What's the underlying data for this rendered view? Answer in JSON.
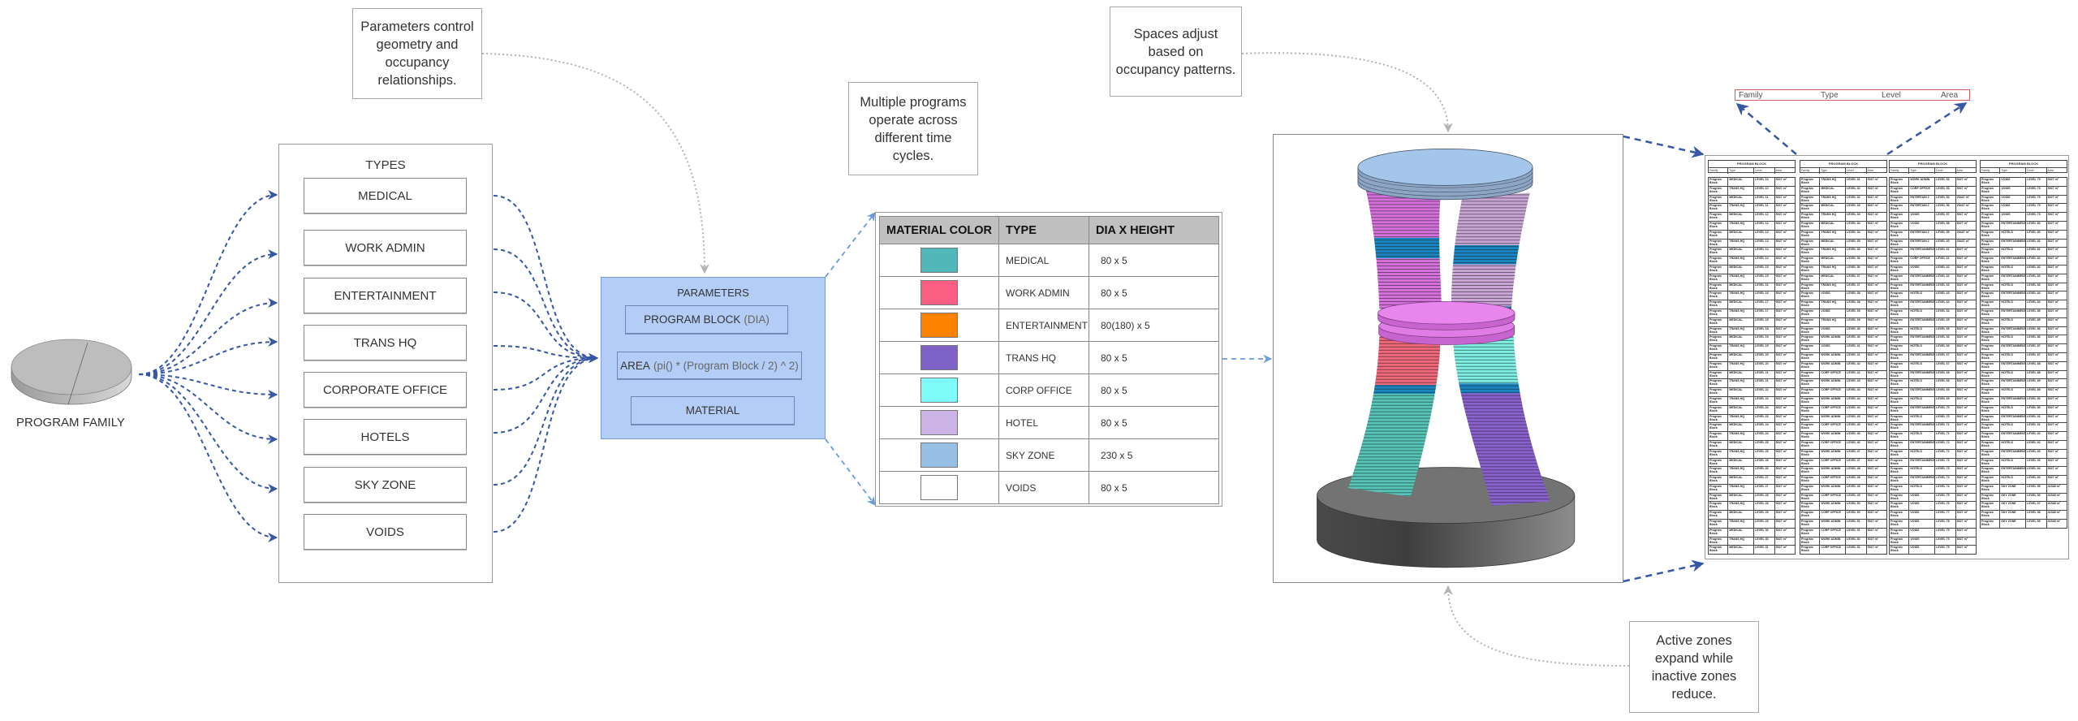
{
  "notes": {
    "parameters_note": "Parameters control geometry and occupancy relationships.",
    "programs_note": "Multiple programs operate across different time cycles.",
    "spaces_note": "Spaces adjust based on occupancy patterns.",
    "zones_note": "Active zones expand while inactive zones reduce."
  },
  "program_family": {
    "label": "PROGRAM FAMILY"
  },
  "types": {
    "title": "TYPES",
    "items": [
      "MEDICAL",
      "WORK ADMIN",
      "ENTERTAINMENT",
      "TRANS HQ",
      "CORPORATE OFFICE",
      "HOTELS",
      "SKY ZONE",
      "VOIDS"
    ]
  },
  "parameters": {
    "title": "PARAMETERS",
    "program_block": "PROGRAM BLOCK",
    "program_block_unit": "(DIA)",
    "area": "AREA",
    "area_formula": "(pi() * (Program Block / 2) ^ 2)",
    "material": "MATERIAL"
  },
  "material_table": {
    "headers": [
      "MATERIAL COLOR",
      "TYPE",
      "DIA X HEIGHT"
    ],
    "rows": [
      {
        "color": "#52b7b9",
        "type": "MEDICAL",
        "size": "80 x 5"
      },
      {
        "color": "#fc5e84",
        "type": "WORK ADMIN",
        "size": "80 x 5"
      },
      {
        "color": "#fd8200",
        "type": "ENTERTAINMENT",
        "size": "80(180) x 5"
      },
      {
        "color": "#7f62c6",
        "type": "TRANS HQ",
        "size": "80 x 5"
      },
      {
        "color": "#7efcfa",
        "type": "CORP OFFICE",
        "size": "80 x 5"
      },
      {
        "color": "#ccb4e6",
        "type": "HOTEL",
        "size": "80 x 5"
      },
      {
        "color": "#98c0e6",
        "type": "SKY ZONE",
        "size": "230 x 5"
      },
      {
        "color": "#ffffff",
        "type": "VOIDS",
        "size": "80 x 5"
      }
    ]
  },
  "schedule_header": {
    "family": "Family",
    "type": "Type",
    "level": "Level",
    "area": "Area"
  },
  "schedule": {
    "title": "PROGRAM BLOCK",
    "columns": [
      "Family",
      "Type",
      "Level",
      "Area"
    ],
    "family_value": "Program Block",
    "sheets": [
      [
        [
          "MEDICAL",
          "LEVEL 10",
          "5027 m²"
        ],
        [
          "TRANS HQ",
          "LEVEL 10",
          "5027 m²"
        ],
        [
          "MEDICAL",
          "LEVEL 11",
          "5027 m²"
        ],
        [
          "TRANS HQ",
          "LEVEL 11",
          "5027 m²"
        ],
        [
          "MEDICAL",
          "LEVEL 12",
          "5027 m²"
        ],
        [
          "TRANS HQ",
          "LEVEL 12",
          "5027 m²"
        ],
        [
          "MEDICAL",
          "LEVEL 13",
          "5027 m²"
        ],
        [
          "TRANS HQ",
          "LEVEL 13",
          "5027 m²"
        ],
        [
          "MEDICAL",
          "LEVEL 14",
          "5027 m²"
        ],
        [
          "TRANS HQ",
          "LEVEL 14",
          "5027 m²"
        ],
        [
          "MEDICAL",
          "LEVEL 15",
          "5027 m²"
        ],
        [
          "TRANS HQ",
          "LEVEL 15",
          "5027 m²"
        ],
        [
          "MEDICAL",
          "LEVEL 16",
          "5027 m²"
        ],
        [
          "TRANS HQ",
          "LEVEL 16",
          "5027 m²"
        ],
        [
          "MEDICAL",
          "LEVEL 17",
          "5027 m²"
        ],
        [
          "TRANS HQ",
          "LEVEL 17",
          "5027 m²"
        ],
        [
          "MEDICAL",
          "LEVEL 18",
          "5027 m²"
        ],
        [
          "TRANS HQ",
          "LEVEL 18",
          "5027 m²"
        ],
        [
          "MEDICAL",
          "LEVEL 19",
          "5027 m²"
        ],
        [
          "TRANS HQ",
          "LEVEL 19",
          "5027 m²"
        ],
        [
          "MEDICAL",
          "LEVEL 20",
          "5027 m²"
        ],
        [
          "TRANS HQ",
          "LEVEL 20",
          "5027 m²"
        ],
        [
          "MEDICAL",
          "LEVEL 21",
          "5027 m²"
        ],
        [
          "TRANS HQ",
          "LEVEL 21",
          "5027 m²"
        ],
        [
          "MEDICAL",
          "LEVEL 22",
          "5027 m²"
        ],
        [
          "TRANS HQ",
          "LEVEL 22",
          "5027 m²"
        ],
        [
          "MEDICAL",
          "LEVEL 23",
          "5027 m²"
        ],
        [
          "TRANS HQ",
          "LEVEL 23",
          "5027 m²"
        ],
        [
          "MEDICAL",
          "LEVEL 24",
          "5027 m²"
        ],
        [
          "TRANS HQ",
          "LEVEL 24",
          "5027 m²"
        ],
        [
          "MEDICAL",
          "LEVEL 25",
          "5027 m²"
        ],
        [
          "TRANS HQ",
          "LEVEL 25",
          "5027 m²"
        ],
        [
          "MEDICAL",
          "LEVEL 26",
          "5027 m²"
        ],
        [
          "TRANS HQ",
          "LEVEL 26",
          "5027 m²"
        ],
        [
          "MEDICAL",
          "LEVEL 27",
          "5027 m²"
        ],
        [
          "TRANS HQ",
          "LEVEL 27",
          "5027 m²"
        ],
        [
          "MEDICAL",
          "LEVEL 28",
          "5027 m²"
        ],
        [
          "TRANS HQ",
          "LEVEL 28",
          "5027 m²"
        ],
        [
          "MEDICAL",
          "LEVEL 29",
          "5027 m²"
        ],
        [
          "TRANS HQ",
          "LEVEL 29",
          "5027 m²"
        ],
        [
          "MEDICAL",
          "LEVEL 30",
          "5027 m²"
        ],
        [
          "TRANS HQ",
          "LEVEL 30",
          "5027 m²"
        ],
        [
          "MEDICAL",
          "LEVEL 31",
          "5027 m²"
        ]
      ],
      [
        [
          "TRANS HQ",
          "LEVEL 31",
          "5027 m²"
        ],
        [
          "MEDICAL",
          "LEVEL 32",
          "5027 m²"
        ],
        [
          "TRANS HQ",
          "LEVEL 32",
          "5027 m²"
        ],
        [
          "MEDICAL",
          "LEVEL 33",
          "5027 m²"
        ],
        [
          "TRANS HQ",
          "LEVEL 33",
          "5027 m²"
        ],
        [
          "MEDICAL",
          "LEVEL 34",
          "5027 m²"
        ],
        [
          "TRANS HQ",
          "LEVEL 34",
          "5027 m²"
        ],
        [
          "MEDICAL",
          "LEVEL 35",
          "5027 m²"
        ],
        [
          "TRANS HQ",
          "LEVEL 35",
          "5027 m²"
        ],
        [
          "MEDICAL",
          "LEVEL 36",
          "5027 m²"
        ],
        [
          "TRANS HQ",
          "LEVEL 36",
          "5027 m²"
        ],
        [
          "MEDICAL",
          "LEVEL 37",
          "5027 m²"
        ],
        [
          "TRANS HQ",
          "LEVEL 37",
          "5027 m²"
        ],
        [
          "VOIDS",
          "LEVEL 38",
          "5027 m²"
        ],
        [
          "TRANS HQ",
          "LEVEL 38",
          "5027 m²"
        ],
        [
          "VOIDS",
          "LEVEL 39",
          "5027 m²"
        ],
        [
          "TRANS HQ",
          "LEVEL 39",
          "5027 m²"
        ],
        [
          "VOIDS",
          "LEVEL 40",
          "5027 m²"
        ],
        [
          "WORK ADMIN",
          "LEVEL 40",
          "5027 m²"
        ],
        [
          "VOIDS",
          "LEVEL 41",
          "5027 m²"
        ],
        [
          "WORK ADMIN",
          "LEVEL 41",
          "5027 m²"
        ],
        [
          "WORK ADMIN",
          "LEVEL 42",
          "5027 m²"
        ],
        [
          "CORP OFFICE",
          "LEVEL 42",
          "5027 m²"
        ],
        [
          "WORK ADMIN",
          "LEVEL 43",
          "5027 m²"
        ],
        [
          "CORP OFFICE",
          "LEVEL 43",
          "5027 m²"
        ],
        [
          "WORK ADMIN",
          "LEVEL 44",
          "5027 m²"
        ],
        [
          "CORP OFFICE",
          "LEVEL 44",
          "5027 m²"
        ],
        [
          "WORK ADMIN",
          "LEVEL 45",
          "5027 m²"
        ],
        [
          "CORP OFFICE",
          "LEVEL 45",
          "5027 m²"
        ],
        [
          "WORK ADMIN",
          "LEVEL 46",
          "5027 m²"
        ],
        [
          "CORP OFFICE",
          "LEVEL 46",
          "5027 m²"
        ],
        [
          "WORK ADMIN",
          "LEVEL 47",
          "5027 m²"
        ],
        [
          "CORP OFFICE",
          "LEVEL 47",
          "5027 m²"
        ],
        [
          "WORK ADMIN",
          "LEVEL 48",
          "5027 m²"
        ],
        [
          "CORP OFFICE",
          "LEVEL 48",
          "5027 m²"
        ],
        [
          "WORK ADMIN",
          "LEVEL 49",
          "5027 m²"
        ],
        [
          "CORP OFFICE",
          "LEVEL 49",
          "5027 m²"
        ],
        [
          "WORK ADMIN",
          "LEVEL 50",
          "5027 m²"
        ],
        [
          "CORP OFFICE",
          "LEVEL 50",
          "5027 m²"
        ],
        [
          "WORK ADMIN",
          "LEVEL 51",
          "5027 m²"
        ],
        [
          "CORP OFFICE",
          "LEVEL 51",
          "5027 m²"
        ],
        [
          "WORK ADMIN",
          "LEVEL 52",
          "5027 m²"
        ],
        [
          "CORP OFFICE",
          "LEVEL 52",
          "5027 m²"
        ]
      ],
      [
        [
          "WORK ADMIN",
          "LEVEL 53",
          "5027 m²"
        ],
        [
          "CORP OFFICE",
          "LEVEL 53",
          "5027 m²"
        ],
        [
          "ENTERTAIN 2",
          "LEVEL 54",
          "25447 m²"
        ],
        [
          "ENTERTAIN 2",
          "LEVEL 56",
          "25447 m²"
        ],
        [
          "VOIDS",
          "LEVEL 57",
          "5027 m²"
        ],
        [
          "VOIDS",
          "LEVEL 58",
          "5027 m²"
        ],
        [
          "ENTERTAIN 2",
          "LEVEL 59",
          "25447 m²"
        ],
        [
          "ENTERTAIN 2",
          "LEVEL 60",
          "25447 m²"
        ],
        [
          "ENTERTAINMENT",
          "LEVEL 61",
          "5027 m²"
        ],
        [
          "CORP OFFICE",
          "LEVEL 61",
          "5027 m²"
        ],
        [
          "VOIDS",
          "LEVEL 62",
          "5027 m²"
        ],
        [
          "ENTERTAINMENT",
          "LEVEL 62",
          "5027 m²"
        ],
        [
          "ENTERTAINMENT",
          "LEVEL 63",
          "5027 m²"
        ],
        [
          "HOTELS",
          "LEVEL 63",
          "5027 m²"
        ],
        [
          "ENTERTAINMENT",
          "LEVEL 64",
          "5027 m²"
        ],
        [
          "HOTELS",
          "LEVEL 64",
          "5027 m²"
        ],
        [
          "ENTERTAINMENT",
          "LEVEL 65",
          "5027 m²"
        ],
        [
          "HOTELS",
          "LEVEL 65",
          "5027 m²"
        ],
        [
          "ENTERTAINMENT",
          "LEVEL 66",
          "5027 m²"
        ],
        [
          "HOTELS",
          "LEVEL 66",
          "5027 m²"
        ],
        [
          "ENTERTAINMENT",
          "LEVEL 67",
          "5027 m²"
        ],
        [
          "HOTELS",
          "LEVEL 67",
          "5027 m²"
        ],
        [
          "ENTERTAINMENT",
          "LEVEL 68",
          "5027 m²"
        ],
        [
          "HOTELS",
          "LEVEL 68",
          "5027 m²"
        ],
        [
          "ENTERTAINMENT",
          "LEVEL 69",
          "5027 m²"
        ],
        [
          "HOTELS",
          "LEVEL 69",
          "5027 m²"
        ],
        [
          "ENTERTAINMENT",
          "LEVEL 70",
          "5027 m²"
        ],
        [
          "HOTELS",
          "LEVEL 70",
          "5027 m²"
        ],
        [
          "ENTERTAINMENT",
          "LEVEL 71",
          "5027 m²"
        ],
        [
          "HOTELS",
          "LEVEL 71",
          "5027 m²"
        ],
        [
          "ENTERTAINMENT",
          "LEVEL 72",
          "5027 m²"
        ],
        [
          "HOTELS",
          "LEVEL 72",
          "5027 m²"
        ],
        [
          "ENTERTAINMENT",
          "LEVEL 73",
          "5027 m²"
        ],
        [
          "HOTELS",
          "LEVEL 73",
          "5027 m²"
        ],
        [
          "ENTERTAINMENT",
          "LEVEL 74",
          "5027 m²"
        ],
        [
          "HOTELS",
          "LEVEL 74",
          "5027 m²"
        ],
        [
          "VOIDS",
          "LEVEL 75",
          "5027 m²"
        ],
        [
          "VOIDS",
          "LEVEL 76",
          "5027 m²"
        ],
        [
          "VOIDS",
          "LEVEL 77",
          "5027 m²"
        ],
        [
          "VOIDS",
          "LEVEL 78",
          "5027 m²"
        ],
        [
          "VOIDS",
          "LEVEL 79",
          "5027 m²"
        ],
        [
          "VOIDS",
          "LEVEL 79",
          "5027 m²"
        ],
        [
          "VOIDS",
          "LEVEL 79",
          "5027 m²"
        ]
      ],
      [
        [
          "VOIDS",
          "LEVEL 79",
          "5027 m²"
        ],
        [
          "VOIDS",
          "LEVEL 79",
          "5027 m²"
        ],
        [
          "VOIDS",
          "LEVEL 79",
          "5027 m²"
        ],
        [
          "VOIDS",
          "LEVEL 79",
          "5027 m²"
        ],
        [
          "VOIDS",
          "LEVEL 79",
          "5027 m²"
        ],
        [
          "ENTERTAINMENT",
          "LEVEL 80",
          "5027 m²"
        ],
        [
          "HOTELS",
          "LEVEL 80",
          "5027 m²"
        ],
        [
          "ENTERTAINMENT",
          "LEVEL 81",
          "5027 m²"
        ],
        [
          "HOTELS",
          "LEVEL 81",
          "5027 m²"
        ],
        [
          "ENTERTAINMENT",
          "LEVEL 82",
          "5027 m²"
        ],
        [
          "HOTELS",
          "LEVEL 82",
          "5027 m²"
        ],
        [
          "ENTERTAINMENT",
          "LEVEL 83",
          "5027 m²"
        ],
        [
          "HOTELS",
          "LEVEL 83",
          "5027 m²"
        ],
        [
          "ENTERTAINMENT",
          "LEVEL 84",
          "5027 m²"
        ],
        [
          "HOTELS",
          "LEVEL 84",
          "5027 m²"
        ],
        [
          "ENTERTAINMENT",
          "LEVEL 85",
          "5027 m²"
        ],
        [
          "HOTELS",
          "LEVEL 85",
          "5027 m²"
        ],
        [
          "ENTERTAINMENT",
          "LEVEL 86",
          "5027 m²"
        ],
        [
          "HOTELS",
          "LEVEL 86",
          "5027 m²"
        ],
        [
          "ENTERTAINMENT",
          "LEVEL 87",
          "5027 m²"
        ],
        [
          "HOTELS",
          "LEVEL 87",
          "5027 m²"
        ],
        [
          "ENTERTAINMENT",
          "LEVEL 88",
          "5027 m²"
        ],
        [
          "HOTELS",
          "LEVEL 88",
          "5027 m²"
        ],
        [
          "ENTERTAINMENT",
          "LEVEL 89",
          "5027 m²"
        ],
        [
          "HOTELS",
          "LEVEL 89",
          "5027 m²"
        ],
        [
          "ENTERTAINMENT",
          "LEVEL 90",
          "5027 m²"
        ],
        [
          "HOTELS",
          "LEVEL 90",
          "5027 m²"
        ],
        [
          "ENTERTAINMENT",
          "LEVEL 91",
          "5027 m²"
        ],
        [
          "HOTELS",
          "LEVEL 91",
          "5027 m²"
        ],
        [
          "ENTERTAINMENT",
          "LEVEL 92",
          "5027 m²"
        ],
        [
          "HOTELS",
          "LEVEL 92",
          "5027 m²"
        ],
        [
          "ENTERTAINMENT",
          "LEVEL 93",
          "5027 m²"
        ],
        [
          "HOTELS",
          "LEVEL 93",
          "5027 m²"
        ],
        [
          "ENTERTAINMENT",
          "LEVEL 94",
          "5027 m²"
        ],
        [
          "HOTELS",
          "LEVEL 94",
          "5027 m²"
        ],
        [
          "SKY ZONE",
          "LEVEL 95",
          "41548 m²"
        ],
        [
          "SKY ZONE",
          "LEVEL 96",
          "41548 m²"
        ],
        [
          "SKY ZONE",
          "LEVEL 97",
          "41548 m²"
        ],
        [
          "SKY ZONE",
          "LEVEL 98",
          "41548 m²"
        ],
        [
          "SKY ZONE",
          "LEVEL 99",
          "41548 m²"
        ]
      ]
    ]
  },
  "colors": {
    "link_blue": "#3656a6",
    "link_light": "#6a9ae0",
    "note_link": "#b4b4b4",
    "params_fill": "#b3cdf6"
  }
}
